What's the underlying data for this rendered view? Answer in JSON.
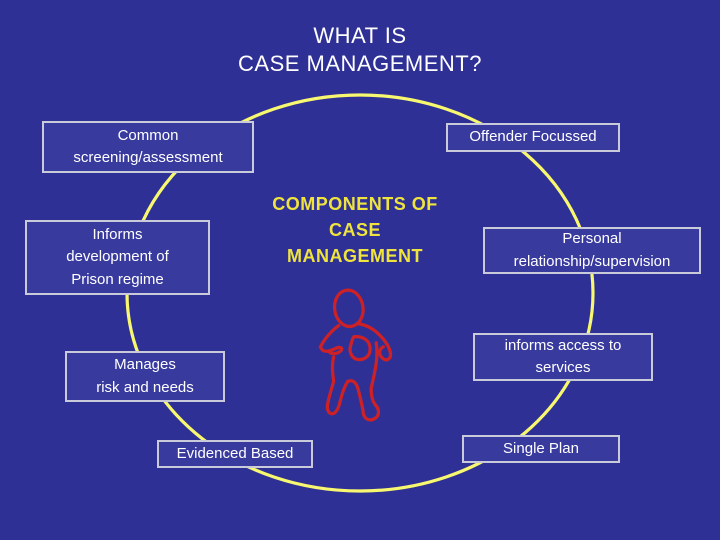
{
  "slide": {
    "title": {
      "line1": "WHAT IS",
      "line2": "CASE MANAGEMENT?"
    },
    "center_label": "COMPONENTS OF\nCASE\nMANAGEMENT",
    "boxes": [
      {
        "name": "common-screening-assessment",
        "label": "Common\nscreening/assessment"
      },
      {
        "name": "offender-focussed",
        "label": "Offender Focussed"
      },
      {
        "name": "informs-development-of-prison-regime",
        "label": "Informs\ndevelopment of\nPrison regime"
      },
      {
        "name": "personal-relationship-supervision",
        "label": "Personal\nrelationship/supervision"
      },
      {
        "name": "manages-risk-and-needs",
        "label": "Manages\nrisk and needs"
      },
      {
        "name": "informs-access-to-services",
        "label": "informs access to\nservices"
      },
      {
        "name": "evidenced-based",
        "label": "Evidenced Based"
      },
      {
        "name": "single-plan",
        "label": "Single Plan"
      }
    ],
    "icons": {
      "figure": "person-outline-icon"
    },
    "colors": {
      "background": "#2F3095",
      "box_fill": "#383A9E",
      "box_border": "#C9CBDA",
      "box_text": "#FFFFFF",
      "title_text": "#FFFFFF",
      "circle_stroke": "#F8F870",
      "center_text": "#EFE43E",
      "figure_stroke": "#CE2126"
    }
  }
}
